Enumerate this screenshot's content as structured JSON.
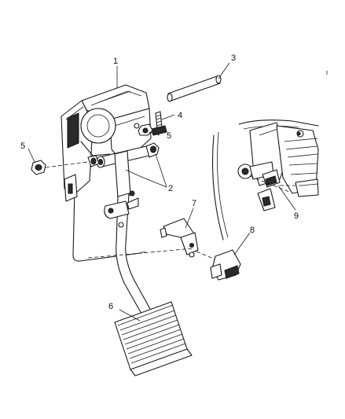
{
  "callouts": {
    "c1": "1",
    "c2": "2",
    "c3": "3",
    "c4": "4",
    "c5a": "5",
    "c5b": "5",
    "c6": "6",
    "c7": "7",
    "c8": "8",
    "c9": "9"
  }
}
